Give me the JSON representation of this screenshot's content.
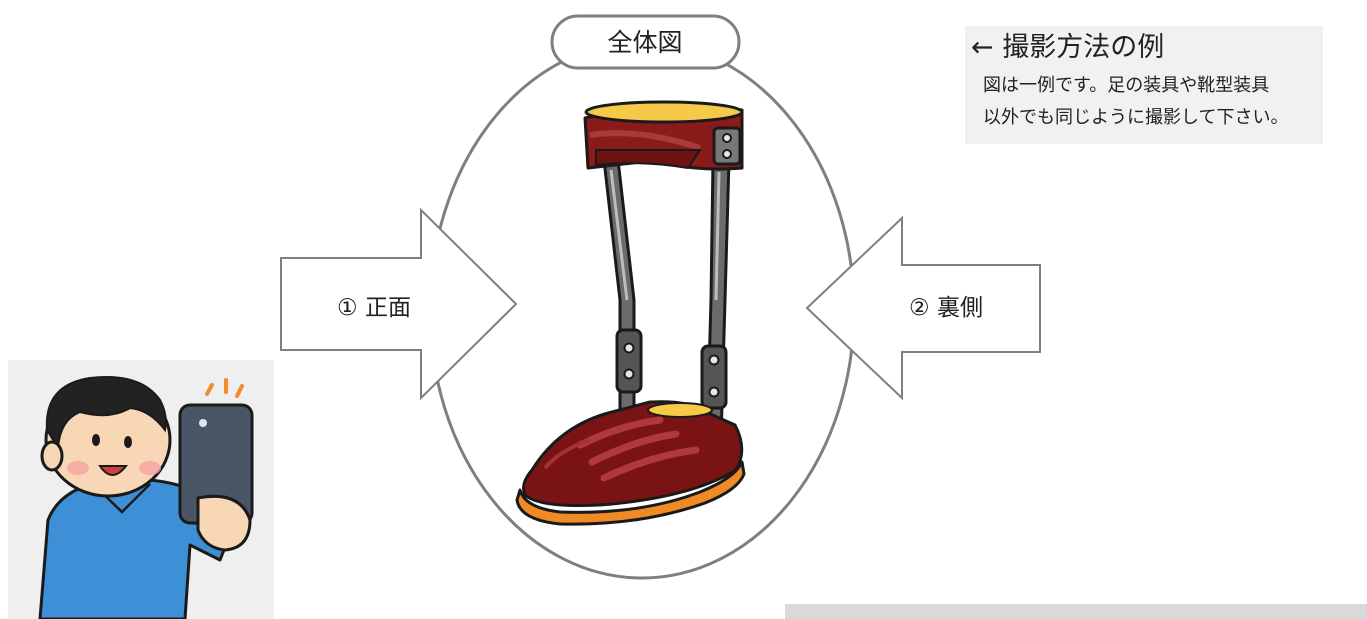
{
  "diagram": {
    "overall_label": "全体図",
    "front_label": "① 正面",
    "back_label": "② 裏側"
  },
  "note": {
    "title": "← 撮影方法の例",
    "line1": "図は一例です。足の装具や靴型装具",
    "line2": "以外でも同じように撮影して下さい。"
  },
  "colors": {
    "outline": "#7f7f7f",
    "note_background": "#f1f1f1",
    "brace_red": "#8b1a1a",
    "brace_yellow": "#f7c948",
    "sole_orange": "#f08a24",
    "person_shirt": "#3d8fd6",
    "person_background": "#efefef"
  },
  "icons": {
    "person": "person-taking-photo-icon",
    "brace": "leg-brace-icon"
  }
}
